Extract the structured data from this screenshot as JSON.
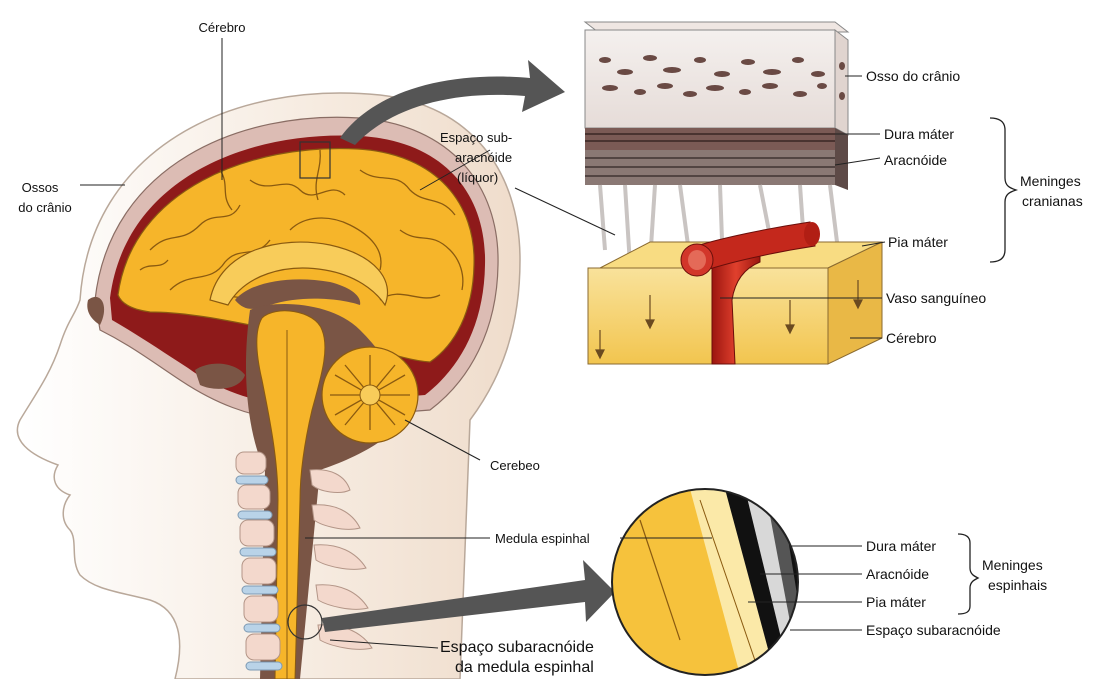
{
  "head_labels": {
    "brain": "Cérebro",
    "skull_line1": "Ossos",
    "skull_line2": "do crânio",
    "csf_line1": "Espaço sub-",
    "csf_line2": "aracnóide",
    "csf_line3": "(líquor)",
    "cerebellum": "Cerebeo",
    "spinal_cord": "Medula espinhal",
    "spinal_csf_line1": "Espaço subaracnóide",
    "spinal_csf_line2": "da medula espinhal"
  },
  "cranial_detail": {
    "skull": "Osso do crânio",
    "dura": "Dura máter",
    "arachnoid": "Aracnóide",
    "pia": "Pia máter",
    "vessel": "Vaso sanguíneo",
    "brain": "Cérebro",
    "group_line1": "Meninges",
    "group_line2": "cranianas"
  },
  "spinal_detail": {
    "dura": "Dura máter",
    "arachnoid": "Aracnóide",
    "pia": "Pia máter",
    "space": "Espaço subaracnóide",
    "group_line1": "Meninges",
    "group_line2": "espinhais"
  },
  "colors": {
    "skin": "#f4e6d6",
    "skull": "#d9b9b2",
    "dura_red": "#8e1a1a",
    "brain": "#f6b52a",
    "brain_dark": "#e39a12",
    "ventricle": "#7a5545",
    "vessel": "#c4281c",
    "vertebra": "#f3d8cc",
    "disc": "#b9d3e8",
    "arrow": "#4a4a4a"
  }
}
